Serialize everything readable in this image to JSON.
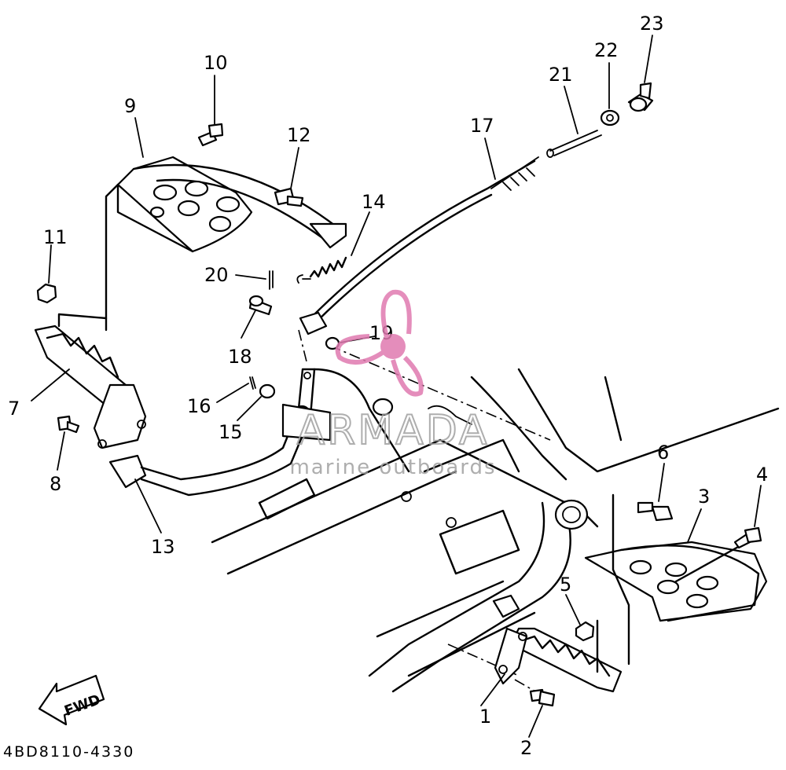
{
  "diagram": {
    "callouts": [
      "1",
      "2",
      "3",
      "4",
      "5",
      "6",
      "7",
      "8",
      "9",
      "10",
      "11",
      "12",
      "13",
      "14",
      "15",
      "16",
      "17",
      "18",
      "19",
      "20",
      "21",
      "22",
      "23"
    ],
    "fwd_label": "FWD",
    "part_code": "4BD8110-4330"
  },
  "watermark": {
    "brand": "ARMADA",
    "tagline": "marine outboards",
    "logo_color": "#e07ab0",
    "text_color": "#a0a0a0"
  }
}
